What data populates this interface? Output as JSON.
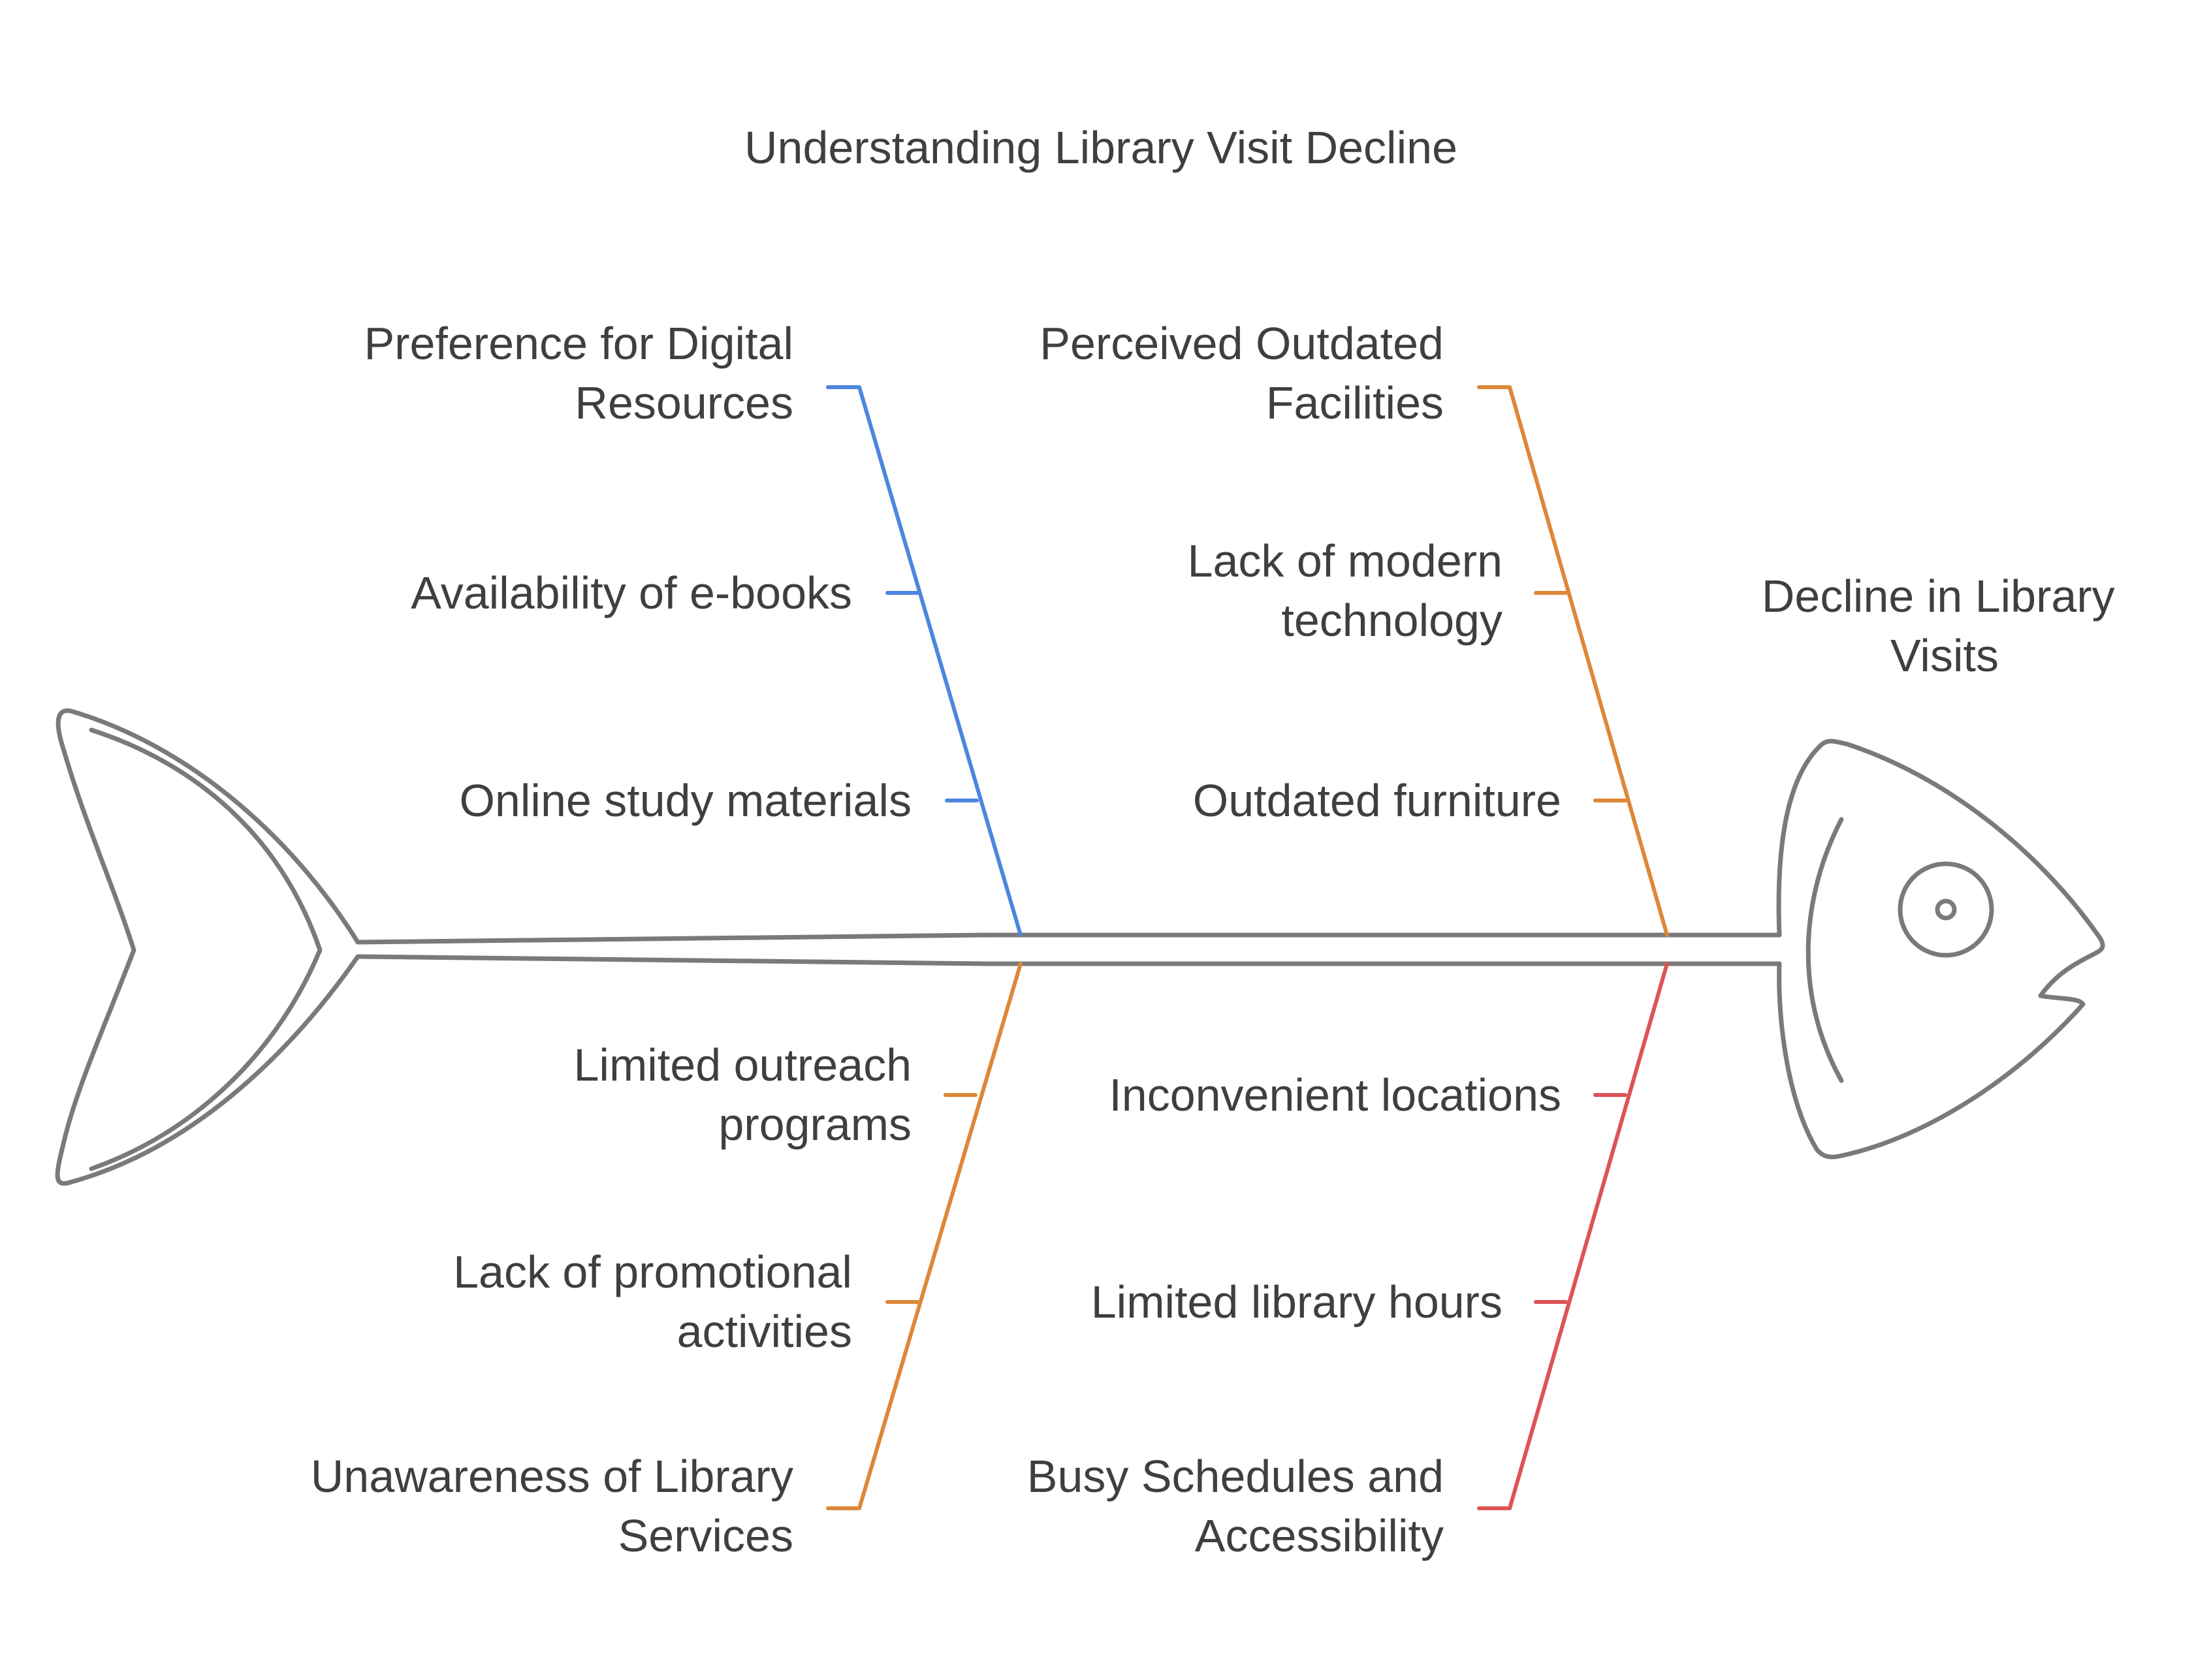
{
  "title": "Understanding Library Visit Decline",
  "problem": "Decline in Library Visits",
  "colors": {
    "blue": "#4d86de",
    "orange": "#dd8738",
    "red": "#dc5454",
    "outline": "#7a7a7a",
    "text": "#3f3f3f"
  },
  "categories": [
    {
      "id": "digital",
      "label": "Preference for Digital Resources",
      "color": "#4d86de",
      "causes": [
        "Availability of e-books",
        "Online study materials"
      ]
    },
    {
      "id": "facilities",
      "label": "Perceived Outdated Facilities",
      "color": "#dd8738",
      "causes": [
        "Lack of modern technology",
        "Outdated furniture"
      ]
    },
    {
      "id": "awareness",
      "label": "Unawareness of Library Services",
      "color": "#dd8738",
      "causes": [
        "Limited outreach programs",
        "Lack of promotional activities"
      ]
    },
    {
      "id": "schedules",
      "label": "Busy Schedules and Accessibility",
      "color": "#dc5454",
      "causes": [
        "Inconvenient locations",
        "Limited library hours"
      ]
    }
  ]
}
